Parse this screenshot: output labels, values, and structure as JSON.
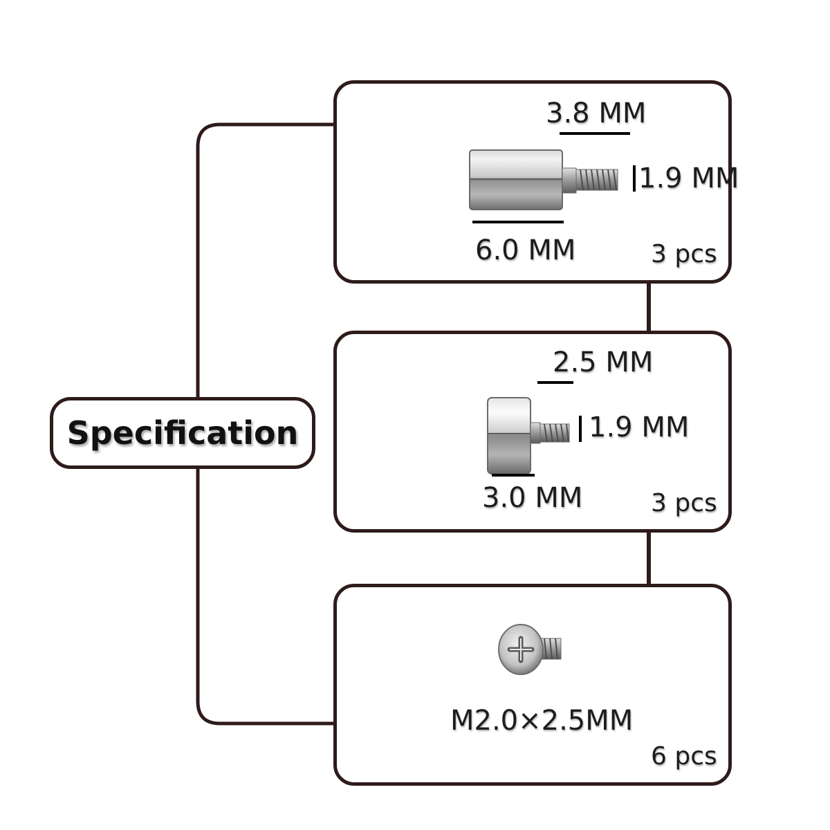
{
  "title": "Specification",
  "items": [
    {
      "top_dim": "3.8 MM",
      "side_dim": "1.9 MM",
      "bottom_dim": "6.0 MM",
      "count": "3 pcs",
      "part_icon": "long-hex-standoff-icon"
    },
    {
      "top_dim": "2.5 MM",
      "side_dim": "1.9 MM",
      "bottom_dim": "3.0 MM",
      "count": "3 pcs",
      "part_icon": "short-hex-standoff-icon"
    },
    {
      "size": "M2.0×2.5MM",
      "count": "6 pcs",
      "part_icon": "phillips-screw-icon"
    }
  ],
  "colors": {
    "border": "#2f1b1b",
    "text": "#1c1c1c",
    "metal_light": "#e6e6e6",
    "metal_dark": "#8a8a8a"
  }
}
